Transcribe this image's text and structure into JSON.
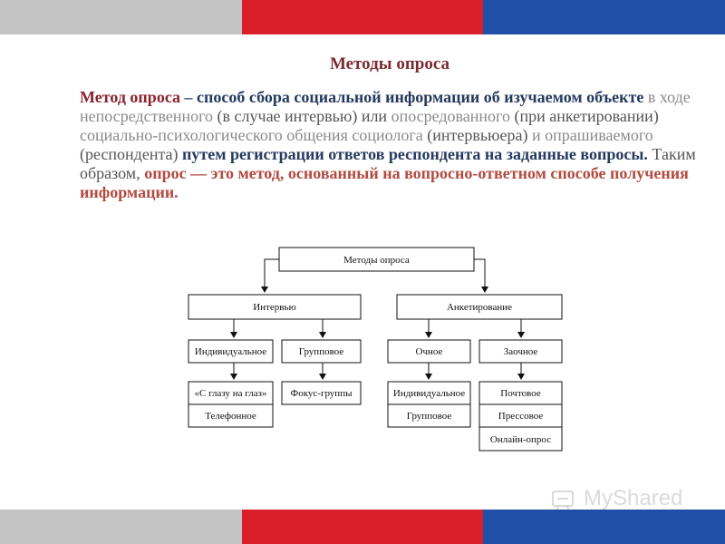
{
  "colors": {
    "band_gray": "#c4c4c4",
    "band_red": "#d9202a",
    "band_blue": "#1f4fa6",
    "title": "#7a2b31"
  },
  "slide": {
    "title": "Методы опроса",
    "paragraph": {
      "s1": "Метод опроса",
      "s2": " – способ сбора социальной информации об изучаемом объекте",
      "s3": " в ходе непосредственного",
      "s4": " (в случае интервью) или",
      "s5": " опосредованного",
      "s6": " (при анкетировании)",
      "s7": " социально-психологического общения социолога",
      "s8": " (интервьюера)",
      "s9": " и опрашиваемого",
      "s10": " (респондента)",
      "s11": " путем регистрации ответов респондента на заданные вопросы.",
      "s12": " Таким образом,",
      "s13": " опрос — это метод,",
      "s14": " основанный на вопросно-ответном способе получения информации."
    }
  },
  "diagram": {
    "root": "Методы опроса",
    "interview": "Интервью",
    "questionnaire": "Анкетирование",
    "individual": "Индивидуальное",
    "group": "Групповое",
    "face_to_face": "«С глазу на глаз»",
    "telephone": "Телефонное",
    "focus_groups": "Фокус-группы",
    "in_person": "Очное",
    "correspondence": "Заочное",
    "q_individual": "Индивидуальное",
    "q_group": "Групповое",
    "postal": "Почтовое",
    "press": "Прессовое",
    "online": "Онлайн-опрос"
  },
  "watermark": {
    "text": "MyShared"
  }
}
